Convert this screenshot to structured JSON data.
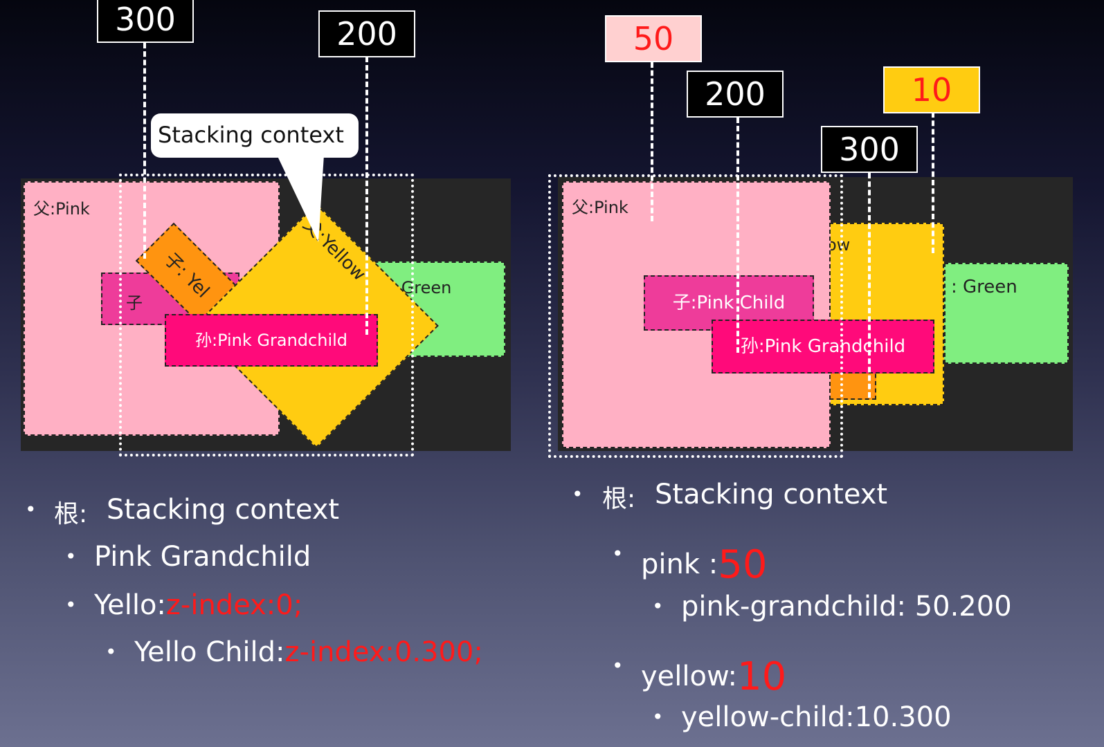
{
  "left": {
    "labels": {
      "z300": "300",
      "z200": "200"
    },
    "callout": "Stacking context",
    "boxes": {
      "pink_parent": "父:Pink",
      "pink_child": "子",
      "yellow_child": "子: Yel",
      "yellow_parent": "父:Yellow",
      "green": "子: Green",
      "pink_grandchild": "孙:Pink Grandchild"
    },
    "bullets": {
      "root_prefix": "根:",
      "root": "Stacking context",
      "pink_grandchild": "Pink Grandchild",
      "yello_prefix": "Yello:",
      "yello_value": "z-index:0;",
      "yello_child_prefix": "Yello Child:",
      "yello_child_value": "z-index:0.300;"
    }
  },
  "right": {
    "labels": {
      "z50": "50",
      "z200": "200",
      "z10": "10",
      "z300": "300"
    },
    "boxes": {
      "pink_parent": "父:Pink",
      "yellow_parent": "ow",
      "green": ": Green",
      "pink_child": "子:Pink Child",
      "pink_grandchild": "孙:Pink Grandchild"
    },
    "bullets": {
      "root_prefix": "根:",
      "root": "Stacking context",
      "pink_prefix": "pink :",
      "pink_value": "50",
      "pink_grandchild": "pink-grandchild: 50.200",
      "yellow_prefix": "yellow:",
      "yellow_value": "10",
      "yellow_child": "yellow-child:10.300"
    }
  },
  "colors": {
    "pink": "#ffb0c4",
    "hot_pink": "#ee3c9a",
    "magenta": "#ff0a7a",
    "yellow": "#ffcc11",
    "orange": "#ff9410",
    "green": "#80ee80",
    "stage": "#262626",
    "red_text": "#ff1a1a"
  }
}
